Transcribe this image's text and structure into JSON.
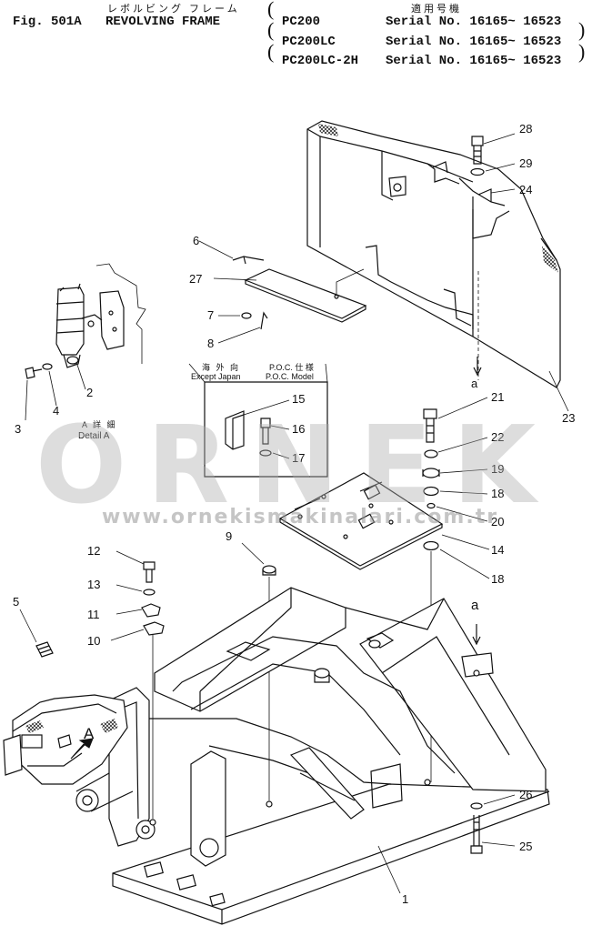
{
  "header": {
    "fig_no": "Fig. 501A",
    "title_jp": "レボルビング フレーム",
    "title": "REVOLVING FRAME",
    "serial_jp": "適用号機",
    "models": [
      {
        "model": "PC200",
        "serial": "Serial No. 16165~ 16523"
      },
      {
        "model": "PC200LC",
        "serial": "Serial No. 16165~ 16523"
      },
      {
        "model": "PC200LC-2H",
        "serial": "Serial No. 16165~ 16523"
      }
    ]
  },
  "detail": {
    "jp": "A 詳 細",
    "label": "Detail A",
    "arrow_letter": "A"
  },
  "box": {
    "left_jp": "海 外 向",
    "left": "Except Japan",
    "right_jp": "P.O.C. 仕 様",
    "right": "P.O.C. Model"
  },
  "ref": "a",
  "callouts": [
    "1",
    "2",
    "3",
    "4",
    "5",
    "6",
    "7",
    "8",
    "9",
    "10",
    "11",
    "12",
    "13",
    "14",
    "15",
    "16",
    "17",
    "18",
    "19",
    "20",
    "21",
    "22",
    "23",
    "24",
    "25",
    "26",
    "27",
    "28",
    "29"
  ],
  "watermark": {
    "brand": "ORNEK",
    "url": "www.ornekismakinalari.com.tr"
  }
}
